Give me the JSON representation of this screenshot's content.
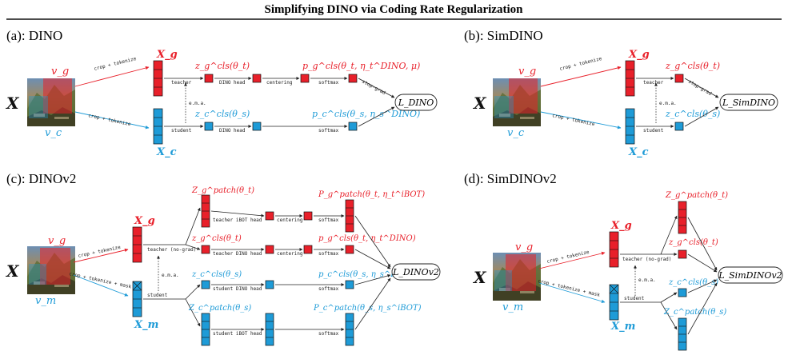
{
  "title": "Simplifying DINO via Coding Rate Regularization",
  "panels": {
    "a": {
      "label": "(a): DINO",
      "input": "X",
      "view_global": "v_g",
      "view_crop": "v_c",
      "edge_crop_top": "crop + tokenize",
      "edge_crop_bottom": "crop + tokenize",
      "tokens_top": "X_g",
      "tokens_bottom": "X_c",
      "teacher": "teacher",
      "student": "student",
      "ema": "e.m.a.",
      "z_top": "z_g^cls(θ_t)",
      "z_bottom": "z_c^cls(θ_s)",
      "head_top": "DINO head",
      "head_bottom": "DINO head",
      "centering": "centering",
      "softmax_top": "softmax",
      "softmax_bottom": "softmax",
      "p_top": "p_g^cls(θ_t, η_t^DINO, μ)",
      "p_bottom": "p_c^cls(θ_s, η_s^DINO)",
      "stopgrad": "stop-grad",
      "loss": "L_DINO"
    },
    "b": {
      "label": "(b): SimDINO",
      "input": "X",
      "view_global": "v_g",
      "view_crop": "v_c",
      "edge_crop_top": "crop + tokenize",
      "edge_crop_bottom": "crop + tokenize",
      "tokens_top": "X_g",
      "tokens_bottom": "X_c",
      "teacher": "teacher",
      "student": "student",
      "ema": "e.m.a.",
      "z_top": "z_g^cls(θ_t)",
      "z_bottom": "z_c^cls(θ_s)",
      "stopgrad": "stop-grad",
      "loss": "L_SimDINO"
    },
    "c": {
      "label": "(c): DINOv2",
      "input": "X",
      "view_global": "v_g",
      "view_crop": "v_m",
      "edge_crop_top": "crop + tokenize",
      "edge_crop_bottom": "crop + tokenize + mask",
      "tokens_top": "X_g",
      "tokens_bottom": "X_m",
      "teacher": "teacher (no-grad)",
      "student": "student",
      "ema": "e.m.a.",
      "zp_top": "Z_g^patch(θ_t)",
      "z_top": "z_g^cls(θ_t)",
      "z_bottom": "z_c^cls(θ_s)",
      "zp_bottom": "Z_c^patch(θ_s)",
      "head_ibot_teacher": "teacher iBOT head",
      "head_dino_teacher": "teacher DINO head",
      "head_dino_student": "student DINO head",
      "head_ibot_student": "student iBOT head",
      "centering1": "centering",
      "centering2": "centering",
      "softmax1": "softmax",
      "softmax2": "softmax",
      "softmax3": "softmax",
      "softmax4": "softmax",
      "P_top": "P_g^patch(θ_t, η_t^iBOT)",
      "p_top": "p_g^cls(θ_t, η_t^DINO)",
      "p_bottom": "p_c^cls(θ_s, η_s^DINO)",
      "P_bottom": "P_c^patch(θ_s, η_s^iBOT)",
      "loss": "L_DINOv2"
    },
    "d": {
      "label": "(d): SimDINOv2",
      "input": "X",
      "view_global": "v_g",
      "view_crop": "v_m",
      "edge_crop_top": "crop + tokenize",
      "edge_crop_bottom": "crop + tokenize + mask",
      "tokens_top": "X_g",
      "tokens_bottom": "X_m",
      "teacher": "teacher (no-grad)",
      "student": "student",
      "ema": "e.m.a.",
      "zp_top": "Z_g^patch(θ_t)",
      "z_top": "z_g^cls(θ_t)",
      "z_bottom": "z_c^cls(θ_s)",
      "zp_bottom": "Z_c^patch(θ_s)",
      "loss": "L_SimDINOv2"
    }
  }
}
